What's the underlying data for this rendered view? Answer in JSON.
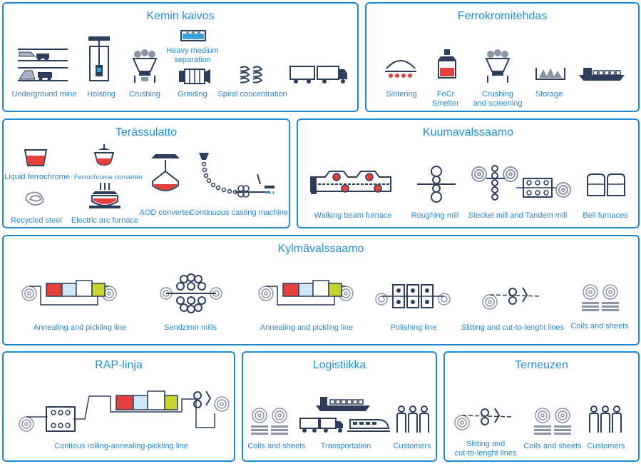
{
  "colors": {
    "border": "#1e88d0",
    "title": "#1f8fd6",
    "label": "#2788cf",
    "icon_dark": "#2d3e5c",
    "icon_accent_red": "#e5413c",
    "icon_accent_yellow": "#c8d42e",
    "icon_accent_blue": "#3aa0d8"
  },
  "panels": [
    {
      "title": "Kemin kaivos",
      "items": [
        {
          "label": "Underground mine",
          "icon": "underground-mine-icon"
        },
        {
          "label": "Hoisting",
          "icon": "hoist-icon"
        },
        {
          "label": "Crushing",
          "icon": "crusher-icon"
        },
        {
          "label": "Heavy medium\nseparation",
          "icon": "separation-icon"
        },
        {
          "label": "Grinding",
          "icon": "grinding-mill-icon"
        },
        {
          "label": "Spiral concentration",
          "icon": "spiral-icon"
        },
        {
          "label": "",
          "icon": "truck-icon"
        }
      ]
    },
    {
      "title": "Ferrokromitehdas",
      "items": [
        {
          "label": "Sintering",
          "icon": "sintering-icon"
        },
        {
          "label": "FeCr\nSmelter",
          "icon": "smelter-icon"
        },
        {
          "label": "Crushing\nand screening",
          "icon": "crusher-icon"
        },
        {
          "label": "Storage",
          "icon": "storage-icon"
        },
        {
          "label": "",
          "icon": "ship-icon"
        }
      ]
    },
    {
      "title": "Terässulatto",
      "items": [
        {
          "label": "Liquid ferrochrome",
          "icon": "ladle-icon"
        },
        {
          "label": "Ferrochrome  converter",
          "icon": "converter-icon"
        },
        {
          "label": "Recycled steel",
          "icon": "scrap-icon"
        },
        {
          "label": "Electric arc furnace",
          "icon": "arc-furnace-icon"
        },
        {
          "label": "AOD converter",
          "icon": "aod-converter-icon"
        },
        {
          "label": "Continuous casting machine",
          "icon": "caster-icon"
        }
      ]
    },
    {
      "title": "Kuumavalssaamo",
      "items": [
        {
          "label": "Walking beam furnace",
          "icon": "beam-furnace-icon"
        },
        {
          "label": "Roughing mill",
          "icon": "roughing-mill-icon"
        },
        {
          "label": "Steckel mill and Tandem mill",
          "icon": "steckel-mill-icon"
        },
        {
          "label": "Bell furnaces",
          "icon": "bell-furnace-icon"
        }
      ]
    },
    {
      "title": "Kylmävalssaamo",
      "items": [
        {
          "label": "Annealing and pickling line",
          "icon": "annealing-line-icon"
        },
        {
          "label": "Sendzimir mills",
          "icon": "sendzimir-icon"
        },
        {
          "label": "Annealing and pickling line",
          "icon": "annealing-line-icon"
        },
        {
          "label": "Polishing line",
          "icon": "polishing-icon"
        },
        {
          "label": "Slitting and cut-to-lenght lines",
          "icon": "slitting-icon"
        },
        {
          "label": "Coils and sheets",
          "icon": "coils-sheets-icon"
        }
      ]
    },
    {
      "title": "RAP-linja",
      "items": [
        {
          "label": "Contious rolling-annealing-pickling line",
          "icon": "rap-line-icon"
        }
      ]
    },
    {
      "title": "Logistiikka",
      "items": [
        {
          "label": "Coils and sheets",
          "icon": "coils-sheets-icon"
        },
        {
          "label": "Transportation",
          "icon": "transport-icon"
        },
        {
          "label": "Customers",
          "icon": "customers-icon"
        }
      ]
    },
    {
      "title": "Terneuzen",
      "items": [
        {
          "label": "Slitting and\ncut-to-lenght lines",
          "icon": "slitting-icon"
        },
        {
          "label": "Coils and sheets",
          "icon": "coils-sheets-icon"
        },
        {
          "label": "Customers",
          "icon": "customers-icon"
        }
      ]
    }
  ]
}
